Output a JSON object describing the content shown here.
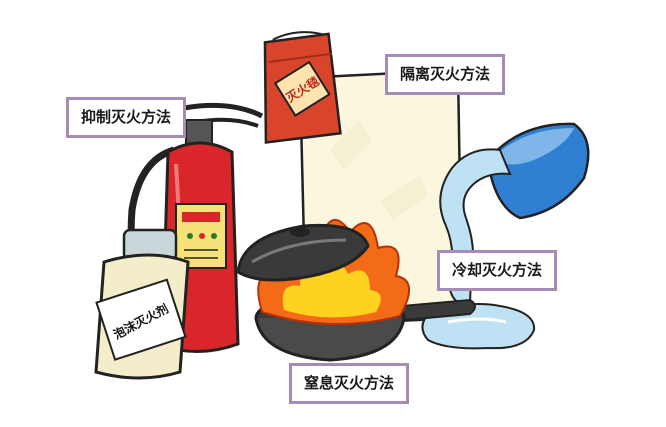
{
  "callouts": {
    "isolate": "隔离灭火方法",
    "suppress": "抑制灭火方法",
    "cool": "冷却灭火方法",
    "smother": "窒息灭火方法"
  },
  "bag_label": "灭火毯",
  "bottle_label": "泡沫灭火剂",
  "colors": {
    "callout_border": "#a58bb5",
    "extinguisher_red": "#d9262a",
    "bag_red": "#d8452a",
    "bowl_blue": "#2f7fd2",
    "water": "#bfe1f4",
    "flame_orange": "#f36b16",
    "flame_yellow": "#ffd21f",
    "pan_dark": "#3a3a3a"
  }
}
